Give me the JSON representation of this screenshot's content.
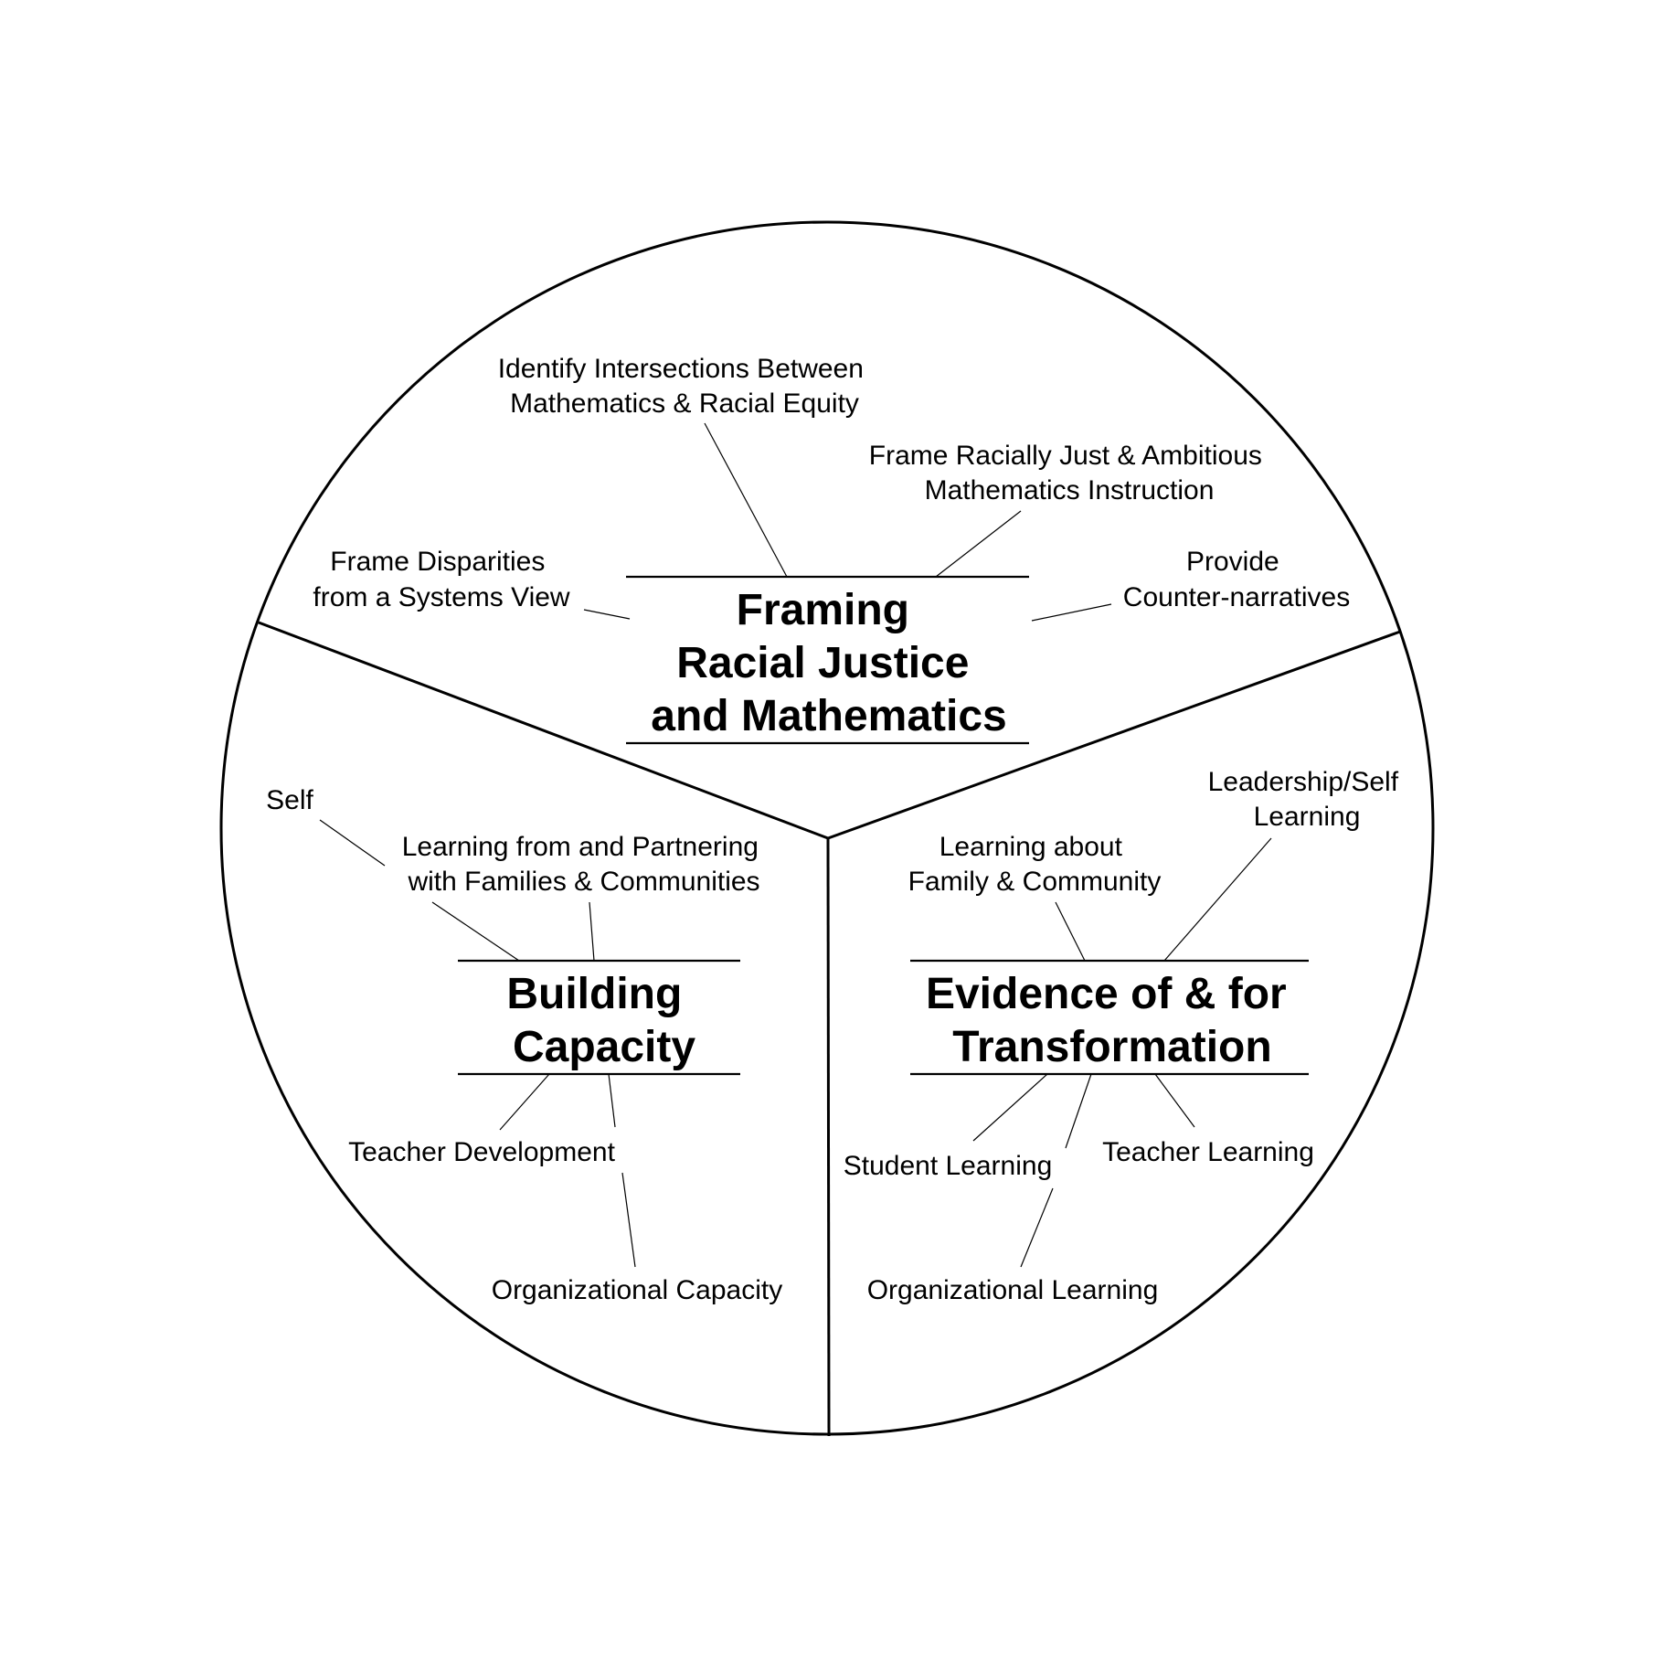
{
  "diagram": {
    "type": "three-sector circle framework",
    "colors": {
      "line": "#000000",
      "background": "#ffffff",
      "text": "#000000"
    },
    "sectors": {
      "framing": {
        "title": [
          "Framing",
          "Racial Justice",
          "and Mathematics"
        ],
        "items": [
          {
            "lines": [
              "Identify Intersections Between",
              "Mathematics & Racial Equity"
            ]
          },
          {
            "lines": [
              "Frame Racially Just & Ambitious",
              "Mathematics Instruction"
            ]
          },
          {
            "lines": [
              "Frame Disparities",
              "from a Systems View"
            ]
          },
          {
            "lines": [
              "Provide",
              "Counter-narratives"
            ]
          }
        ]
      },
      "building": {
        "title": [
          "Building",
          "Capacity"
        ],
        "items": [
          {
            "lines": [
              "Self"
            ]
          },
          {
            "lines": [
              "Learning from and Partnering",
              "with Families & Communities"
            ]
          },
          {
            "lines": [
              "Teacher Development"
            ]
          },
          {
            "lines": [
              "Organizational Capacity"
            ]
          }
        ]
      },
      "evidence": {
        "title": [
          "Evidence of & for",
          "Transformation"
        ],
        "items": [
          {
            "lines": [
              "Leadership/Self",
              "Learning"
            ]
          },
          {
            "lines": [
              "Learning about",
              "Family & Community"
            ]
          },
          {
            "lines": [
              "Student Learning"
            ]
          },
          {
            "lines": [
              "Teacher Learning"
            ]
          },
          {
            "lines": [
              "Organizational Learning"
            ]
          }
        ]
      }
    }
  }
}
